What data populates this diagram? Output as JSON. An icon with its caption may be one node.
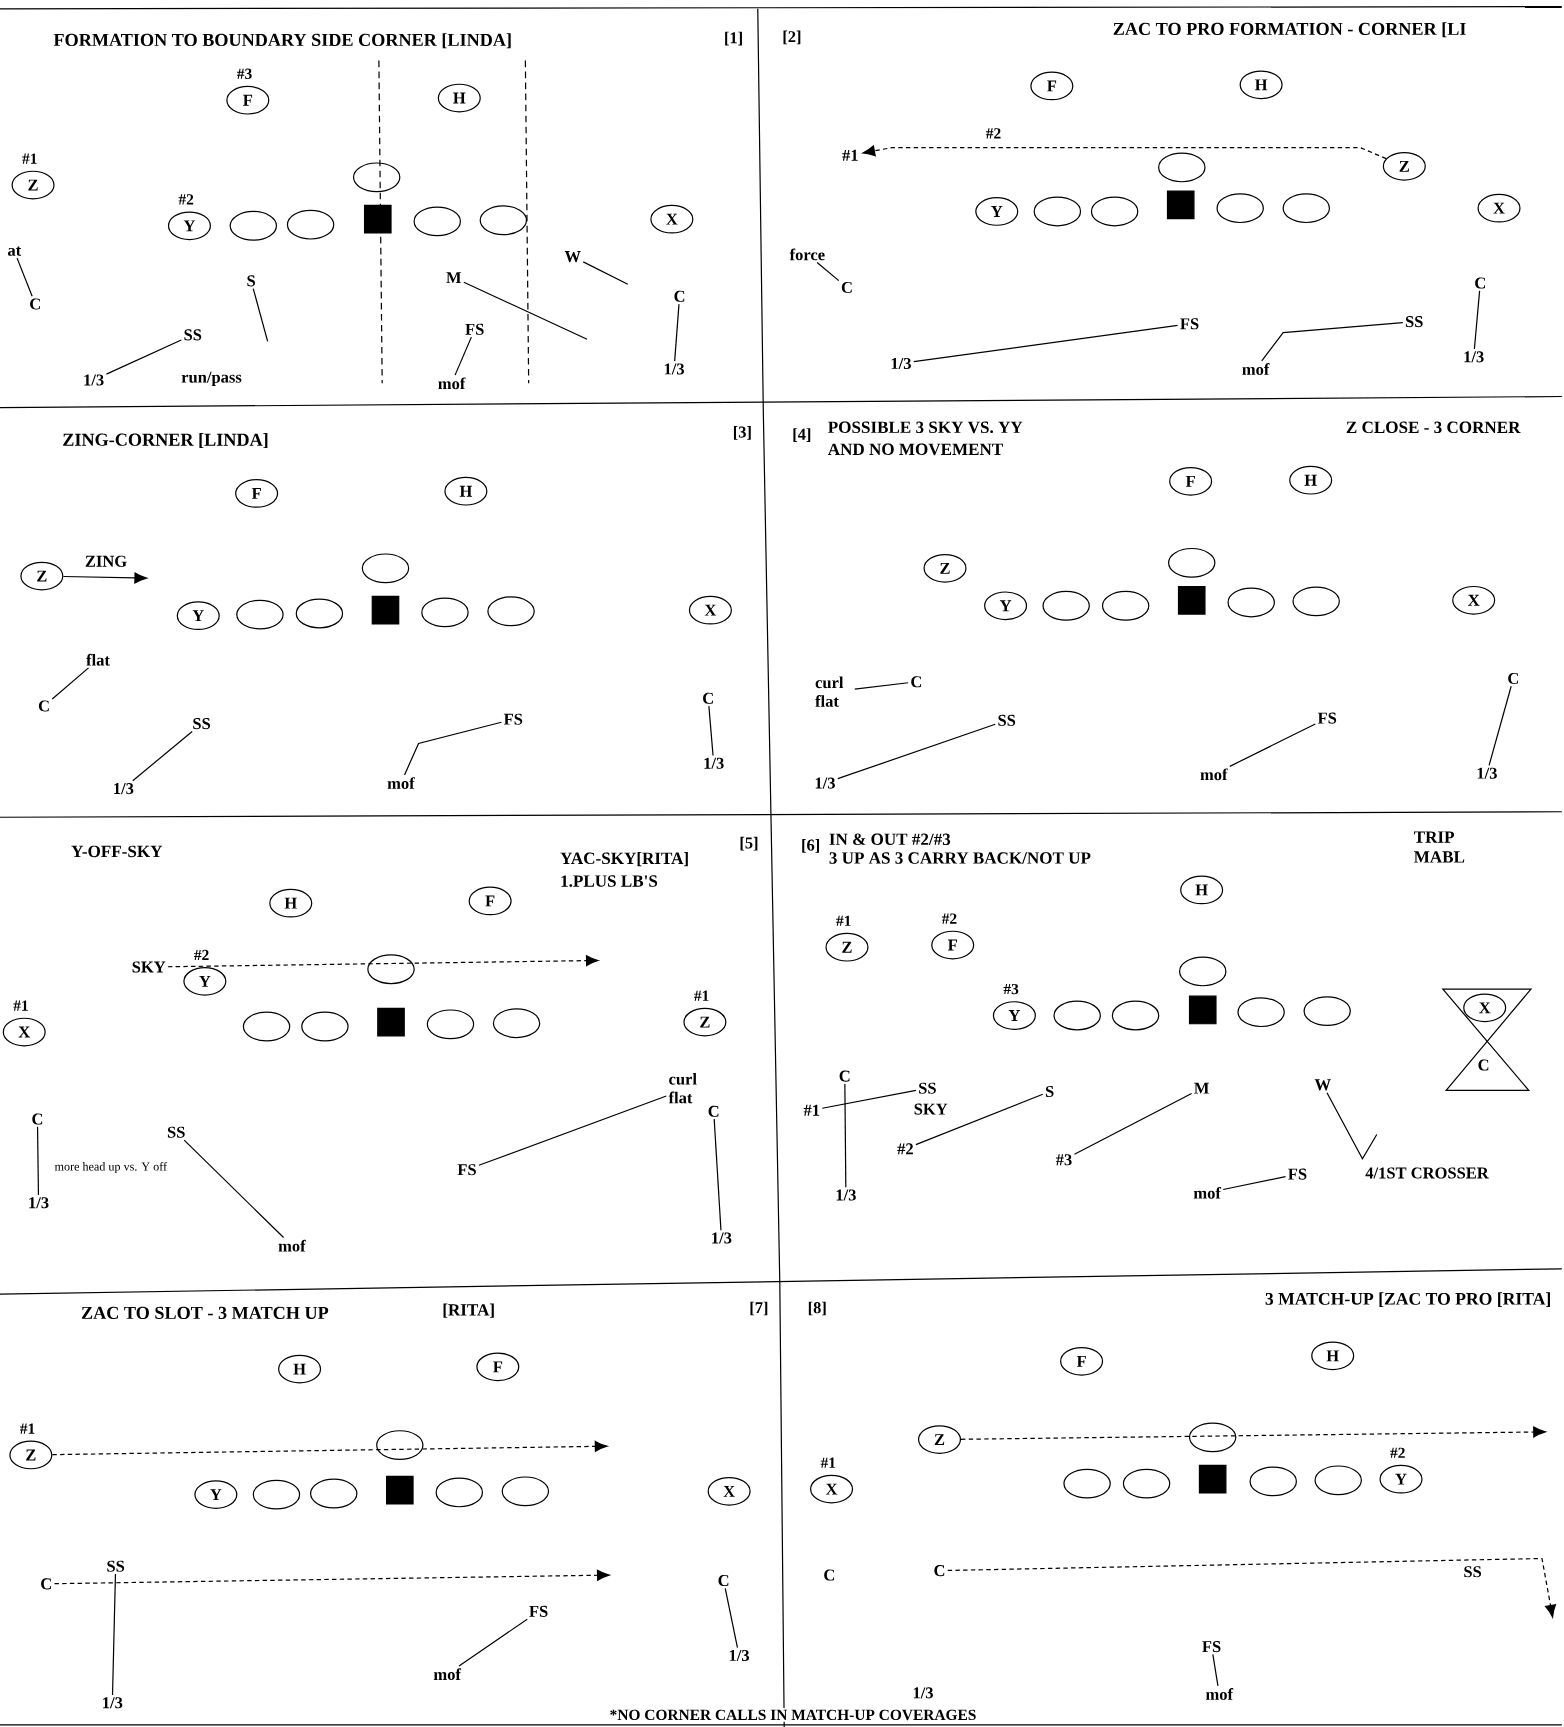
{
  "diagram": {
    "caption": "*NO CORNER CALLS IN MATCH-UP COVERAGES",
    "nodes": [
      {
        "text": [
          "F"
        ],
        "beside": [
          "#3"
        ]
      },
      {
        "text": [
          "H"
        ]
      },
      {
        "text": [
          "Z"
        ],
        "beside": [
          "#1"
        ]
      },
      {
        "text": [
          "Y"
        ],
        "beside": [
          "#2"
        ]
      },
      {
        "text": [],
        "shape": "ellipse"
      },
      {
        "text": [],
        "shape": "ellipse"
      },
      {
        "text": [],
        "shape": "ellipse"
      },
      {
        "text": [],
        "shape": "box"
      },
      {
        "text": [],
        "shape": "ellipse"
      },
      {
        "text": [],
        "shape": "ellipse"
      },
      {
        "text": [
          "X"
        ]
      },
      {
        "text": [
          "C"
        ]
      },
      {
        "text": [
          "S"
        ]
      },
      {
        "text": [
          "SS"
        ]
      },
      {
        "text": [
          "1/3"
        ]
      },
      {
        "text": [
          "M"
        ]
      },
      {
        "text": [
          "FS"
        ]
      },
      {
        "text": [
          "mof"
        ]
      },
      {
        "text": [
          "W"
        ]
      },
      {
        "text": [
          "C"
        ]
      },
      {
        "text": [
          "1/3"
        ]
      },
      {
        "text": [
          "F"
        ]
      },
      {
        "text": [
          "H"
        ]
      },
      {
        "text": [
          "#1"
        ]
      },
      {
        "text": [
          "Z"
        ]
      },
      {
        "text": [],
        "shape": "ellipse"
      },
      {
        "text": [
          "Y"
        ]
      },
      {
        "text": [],
        "shape": "ellipse"
      },
      {
        "text": [],
        "shape": "ellipse"
      },
      {
        "text": [],
        "shape": "box"
      },
      {
        "text": [],
        "shape": "ellipse"
      },
      {
        "text": [],
        "shape": "ellipse"
      },
      {
        "text": [
          "X"
        ]
      },
      {
        "text": [
          "force"
        ]
      },
      {
        "text": [
          "C"
        ]
      },
      {
        "text": [
          "FS"
        ]
      },
      {
        "text": [
          "1/3"
        ]
      },
      {
        "text": [
          "SS"
        ]
      },
      {
        "text": [
          "mof"
        ]
      },
      {
        "text": [
          "C"
        ]
      },
      {
        "text": [
          "1/3"
        ]
      },
      {
        "text": [
          "F"
        ]
      },
      {
        "text": [
          "H"
        ]
      },
      {
        "text": [
          "Z"
        ]
      },
      {
        "text": [],
        "shape": "ellipse"
      },
      {
        "text": [
          "Y"
        ]
      },
      {
        "text": [],
        "shape": "ellipse"
      },
      {
        "text": [],
        "shape": "ellipse"
      },
      {
        "text": [],
        "shape": "box"
      },
      {
        "text": [],
        "shape": "ellipse"
      },
      {
        "text": [],
        "shape": "ellipse"
      },
      {
        "text": [
          "X"
        ]
      },
      {
        "text": [
          "flat"
        ]
      },
      {
        "text": [
          "C"
        ]
      },
      {
        "text": [
          "SS"
        ]
      },
      {
        "text": [
          "1/3"
        ]
      },
      {
        "text": [
          "FS"
        ]
      },
      {
        "text": [
          "mof"
        ]
      },
      {
        "text": [
          "C"
        ]
      },
      {
        "text": [
          "1/3"
        ]
      },
      {
        "text": [
          "F"
        ]
      },
      {
        "text": [
          "H"
        ]
      },
      {
        "text": [
          "Z"
        ]
      },
      {
        "text": [],
        "shape": "ellipse"
      },
      {
        "text": [
          "Y"
        ]
      },
      {
        "text": [],
        "shape": "ellipse"
      },
      {
        "text": [],
        "shape": "ellipse"
      },
      {
        "text": [],
        "shape": "box"
      },
      {
        "text": [],
        "shape": "ellipse"
      },
      {
        "text": [],
        "shape": "ellipse"
      },
      {
        "text": [
          "X"
        ]
      },
      {
        "text": [
          "curl flat"
        ]
      },
      {
        "text": [
          "C"
        ]
      },
      {
        "text": [
          "SS"
        ]
      },
      {
        "text": [
          "1/3"
        ]
      },
      {
        "text": [
          "FS"
        ]
      },
      {
        "text": [
          "mof"
        ]
      },
      {
        "text": [
          "C"
        ]
      },
      {
        "text": [
          "1/3"
        ]
      },
      {
        "text": [
          "H"
        ]
      },
      {
        "text": [
          "F"
        ]
      },
      {
        "text": [
          "SKY"
        ]
      },
      {
        "text": [
          "Y"
        ],
        "beside": [
          "#2"
        ]
      },
      {
        "text": [],
        "shape": "ellipse"
      },
      {
        "text": [
          "X"
        ],
        "beside": [
          "#1"
        ]
      },
      {
        "text": [],
        "shape": "ellipse"
      },
      {
        "text": [],
        "shape": "ellipse"
      },
      {
        "text": [],
        "shape": "box"
      },
      {
        "text": [],
        "shape": "ellipse"
      },
      {
        "text": [],
        "shape": "ellipse"
      },
      {
        "text": [
          "Z"
        ],
        "beside": [
          "#1"
        ]
      },
      {
        "text": [
          "curl flat"
        ]
      },
      {
        "text": [
          "C"
        ]
      },
      {
        "text": [
          "1/3"
        ]
      },
      {
        "text": [
          "C"
        ]
      },
      {
        "text": [
          "SS"
        ]
      },
      {
        "text": [
          "1/3"
        ]
      },
      {
        "text": [
          "FS"
        ]
      },
      {
        "text": [
          "mof"
        ]
      },
      {
        "text": [
          "H"
        ]
      },
      {
        "text": [
          "Z"
        ],
        "beside": [
          "#1"
        ]
      },
      {
        "text": [
          "F"
        ],
        "beside": [
          "#2"
        ]
      },
      {
        "text": [],
        "shape": "ellipse"
      },
      {
        "text": [
          "Y"
        ],
        "beside": [
          "#3"
        ]
      },
      {
        "text": [],
        "shape": "ellipse"
      },
      {
        "text": [],
        "shape": "ellipse"
      },
      {
        "text": [],
        "shape": "box"
      },
      {
        "text": [],
        "shape": "ellipse"
      },
      {
        "text": [],
        "shape": "ellipse"
      },
      {
        "text": [
          "X"
        ]
      },
      {
        "text": [
          "C"
        ]
      },
      {
        "text": [
          "SS"
        ]
      },
      {
        "text": [
          "#1"
        ]
      },
      {
        "text": [
          "S"
        ]
      },
      {
        "text": [
          "M"
        ]
      },
      {
        "text": [
          "W"
        ]
      },
      {
        "text": [
          "#2"
        ]
      },
      {
        "text": [
          "#3"
        ]
      },
      {
        "text": [
          "1/3"
        ]
      },
      {
        "text": [
          "FS"
        ]
      },
      {
        "text": [
          "mof"
        ]
      },
      {
        "text": [
          "H"
        ]
      },
      {
        "text": [
          "F"
        ]
      },
      {
        "text": [
          "Z"
        ],
        "beside": [
          "#1"
        ]
      },
      {
        "text": [],
        "shape": "ellipse"
      },
      {
        "text": [
          "Y"
        ]
      },
      {
        "text": [],
        "shape": "ellipse"
      },
      {
        "text": [],
        "shape": "ellipse"
      },
      {
        "text": [],
        "shape": "box"
      },
      {
        "text": [],
        "shape": "ellipse"
      },
      {
        "text": [],
        "shape": "ellipse"
      },
      {
        "text": [
          "X"
        ]
      },
      {
        "text": [
          "C"
        ]
      },
      {
        "text": [
          "SS"
        ]
      },
      {
        "text": [
          "1/3"
        ]
      },
      {
        "text": [
          "FS"
        ]
      },
      {
        "text": [
          "mof"
        ]
      },
      {
        "text": [
          "C"
        ]
      },
      {
        "text": [
          "1/3"
        ]
      },
      {
        "text": [
          "F"
        ]
      },
      {
        "text": [
          "H"
        ]
      },
      {
        "text": [
          "Z"
        ]
      },
      {
        "text": [],
        "shape": "ellipse"
      },
      {
        "text": [
          "X"
        ],
        "beside": [
          "#1"
        ]
      },
      {
        "text": [],
        "shape": "ellipse"
      },
      {
        "text": [],
        "shape": "ellipse"
      },
      {
        "text": [],
        "shape": "box"
      },
      {
        "text": [],
        "shape": "ellipse"
      },
      {
        "text": [],
        "shape": "ellipse"
      },
      {
        "text": [
          "Y"
        ],
        "beside": [
          "#2"
        ]
      },
      {
        "text": [
          "C"
        ]
      },
      {
        "text": [
          "FS"
        ]
      },
      {
        "text": [
          "mof"
        ]
      },
      {
        "text": [
          "at"
        ]
      }
    ],
    "edges": [
      {
        "from": 153,
        "to": 11,
        "arrow": "none"
      },
      {
        "from": 12,
        "to": null,
        "arrow": "none"
      },
      {
        "from": 13,
        "to": 14,
        "arrow": "none"
      },
      {
        "from": 15,
        "to": null,
        "arrow": "none"
      },
      {
        "from": 16,
        "to": 17,
        "arrow": "none"
      },
      {
        "from": 18,
        "to": null,
        "arrow": "none"
      },
      {
        "from": 19,
        "to": 20,
        "arrow": "none"
      },
      {
        "from": 24,
        "to": 23,
        "arrow": "to",
        "style": "dashed"
      },
      {
        "from": 33,
        "to": 34,
        "arrow": "none"
      },
      {
        "from": 35,
        "to": 36,
        "arrow": "none"
      },
      {
        "from": 37,
        "to": 38,
        "arrow": "none"
      },
      {
        "from": 39,
        "to": 40,
        "arrow": "none"
      },
      {
        "from": 43,
        "to": null,
        "arrow": "to",
        "label": "ZING"
      },
      {
        "from": 52,
        "to": 53,
        "arrow": "none"
      },
      {
        "from": 54,
        "to": 55,
        "arrow": "none"
      },
      {
        "from": 56,
        "to": 57,
        "arrow": "none"
      },
      {
        "from": 58,
        "to": 59,
        "arrow": "none"
      },
      {
        "from": 71,
        "to": 72,
        "arrow": "none"
      },
      {
        "from": 73,
        "to": 74,
        "arrow": "none"
      },
      {
        "from": 75,
        "to": 76,
        "arrow": "none"
      },
      {
        "from": 77,
        "to": 78,
        "arrow": "none"
      },
      {
        "from": 81,
        "to": null,
        "arrow": "to",
        "style": "dashed"
      },
      {
        "from": 97,
        "to": 91,
        "arrow": "none"
      },
      {
        "from": 92,
        "to": 93,
        "arrow": "none"
      },
      {
        "from": 94,
        "to": 96,
        "arrow": "none"
      },
      {
        "from": 95,
        "to": 98,
        "arrow": "none"
      },
      {
        "from": 110,
        "to": 118,
        "arrow": "none"
      },
      {
        "from": 112,
        "to": 111,
        "arrow": "none"
      },
      {
        "from": 113,
        "to": 116,
        "arrow": "none"
      },
      {
        "from": 114,
        "to": 117,
        "arrow": "none"
      },
      {
        "from": 115,
        "to": null,
        "arrow": "none"
      },
      {
        "from": 119,
        "to": 120,
        "arrow": "none"
      },
      {
        "from": 123,
        "to": null,
        "arrow": "to",
        "style": "dashed"
      },
      {
        "from": 132,
        "to": null,
        "arrow": "to",
        "style": "dashed"
      },
      {
        "from": 133,
        "to": 134,
        "arrow": "none"
      },
      {
        "from": 135,
        "to": 136,
        "arrow": "none"
      },
      {
        "from": 137,
        "to": 138,
        "arrow": "none"
      },
      {
        "from": 141,
        "to": null,
        "arrow": "to",
        "style": "dashed"
      },
      {
        "from": 150,
        "to": null,
        "arrow": "to",
        "style": "dashed"
      },
      {
        "from": 151,
        "to": 152,
        "arrow": "none"
      }
    ],
    "labels": [
      "FORMATION TO BOUNDARY SIDE CORNER [LINDA]",
      "[1]",
      "run/pass",
      "ZAC TO PRO FORMATION - CORNER [LI",
      "[2]",
      "#2",
      "ZING-CORNER [LINDA]",
      "[3]",
      "[4]",
      "POSSIBLE 3 SKY VS. YY",
      "AND NO MOVEMENT",
      "Z CLOSE - 3 CORNER",
      "Y-OFF-SKY",
      "YAC-SKY[RITA]",
      "1.PLUS LB'S",
      "[5]",
      "more head up vs. Y off",
      "[6]",
      "IN & OUT #2/#3",
      "3 UP AS 3 CARRY BACK/NOT UP",
      "TRIP",
      "MABL",
      "C",
      "SKY",
      "4/1ST CROSSER",
      "ZAC TO SLOT - 3 MATCH UP",
      "[RITA]",
      "[7]",
      "[8]",
      "3 MATCH-UP [ZAC TO PRO [RITA]",
      "C",
      "SS",
      "1/3"
    ]
  }
}
